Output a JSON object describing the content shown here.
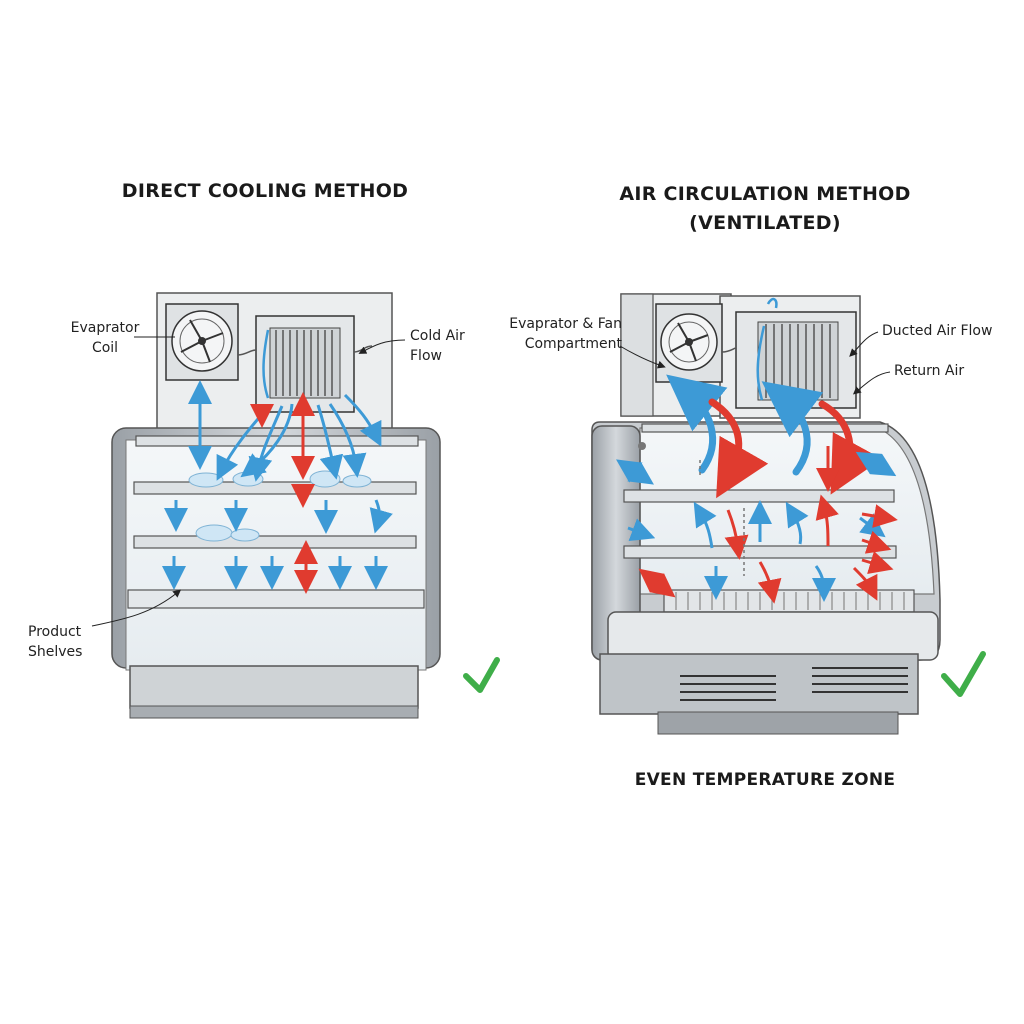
{
  "left": {
    "title": "DIRECT COOLING METHOD",
    "labels": {
      "evaporator": "Evaprator Coil",
      "cold_air": "Cold Air Flow",
      "shelves": "Product Shelves"
    }
  },
  "right": {
    "title_line1": "AIR CIRCULATION METHOD",
    "title_line2": "(VENTILATED)",
    "labels": {
      "compartment": "Evaprator & Fan Compartment",
      "ducted": "Ducted Air Flow",
      "return": "Return Air"
    },
    "caption": "EVEN TEMPERATURE ZONE"
  },
  "colors": {
    "cold": "#3d9ad6",
    "warm": "#e03b2f",
    "check": "#3fae49",
    "steel": "#b9bec4",
    "frost": "#cfe6f5"
  }
}
